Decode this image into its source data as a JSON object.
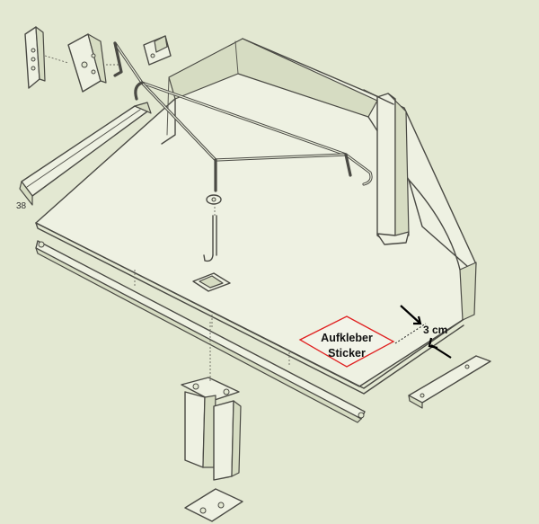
{
  "sticker": {
    "line1": "Aufkleber",
    "line2": "Sticker",
    "outline_color": "#e02020"
  },
  "dimension": {
    "label": "3 cm"
  },
  "part_number": "38"
}
